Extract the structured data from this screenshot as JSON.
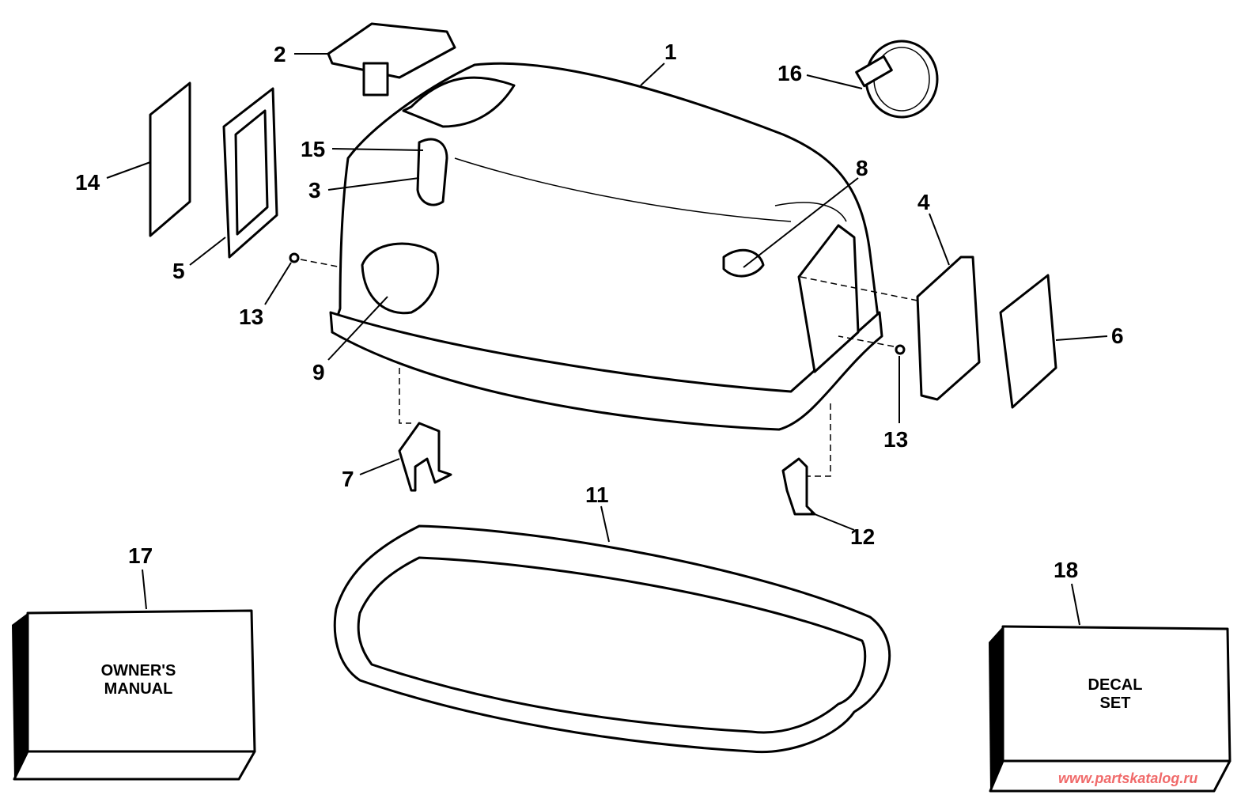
{
  "callouts": {
    "c1": "1",
    "c2": "2",
    "c3": "3",
    "c4": "4",
    "c5": "5",
    "c6": "6",
    "c7": "7",
    "c8": "8",
    "c9": "9",
    "c11": "11",
    "c12": "12",
    "c13a": "13",
    "c13b": "13",
    "c14": "14",
    "c15": "15",
    "c16": "16",
    "c17": "17",
    "c18": "18"
  },
  "owners_manual": {
    "line1": "OWNER'S",
    "line2": "MANUAL"
  },
  "decal_set": {
    "line1": "DECAL",
    "line2": "SET"
  },
  "watermark": "www.partskatalog.ru",
  "colors": {
    "watermark": "#f06a6a"
  }
}
